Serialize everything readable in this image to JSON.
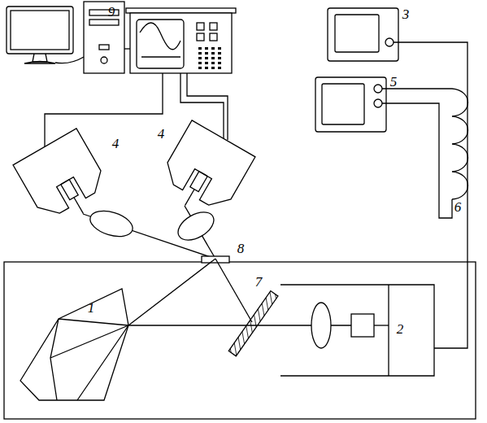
{
  "diagram": {
    "labels": [
      "9",
      "3",
      "5",
      "4",
      "4",
      "6",
      "8",
      "7",
      "1",
      "2"
    ]
  }
}
